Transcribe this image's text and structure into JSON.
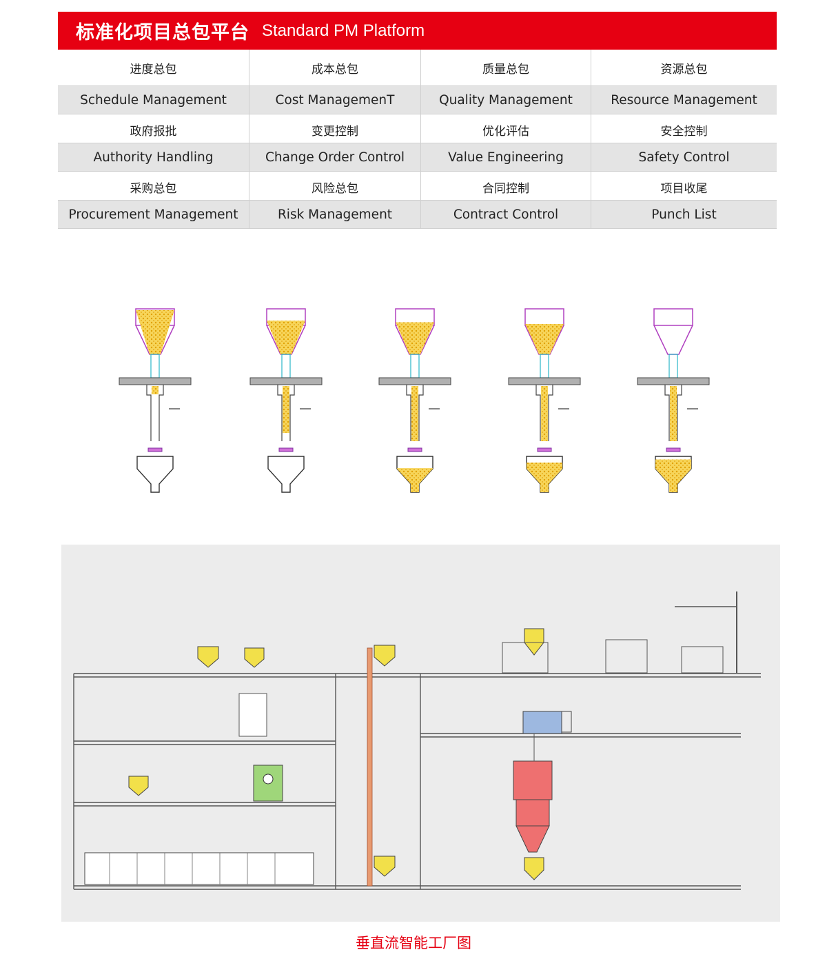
{
  "banner": {
    "title_cn": "标准化项目总包平台",
    "title_en": "Standard PM Platform"
  },
  "grid": [
    {
      "cn": [
        "进度总包",
        "成本总包",
        "质量总包",
        "资源总包"
      ],
      "en": [
        "Schedule Management",
        "Cost ManagemenT",
        "Quality Management",
        "Resource Management"
      ]
    },
    {
      "cn": [
        "政府报批",
        "变更控制",
        "优化评估",
        "安全控制"
      ],
      "en": [
        "Authority Handling",
        "Change Order Control",
        "Value Engineering",
        "Safety Control"
      ]
    },
    {
      "cn": [
        "采购总包",
        "风险总包",
        "合同控制",
        "项目收尾"
      ],
      "en": [
        "Procurement Management",
        "Risk Management",
        "Contract Control",
        "Punch List"
      ]
    }
  ],
  "caption": "垂直流智能工厂图",
  "colors": {
    "brand_red": "#e60012",
    "powder_yellow": "#f5c430",
    "hopper_magenta": "#c040c8"
  }
}
